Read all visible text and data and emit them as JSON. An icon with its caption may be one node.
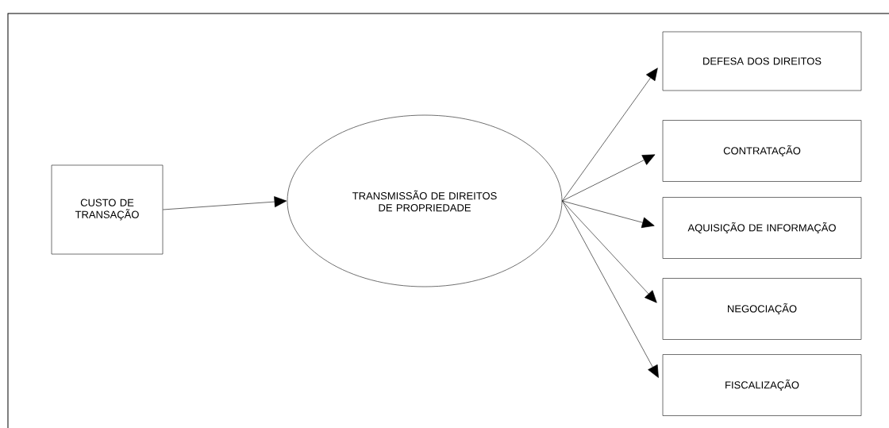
{
  "diagram": {
    "nodes": [
      {
        "text": [
          "CUSTO DE TRANSAÇÃO"
        ]
      },
      {
        "text": [
          "TRANSMISSÃO DE DIREITOS DE PROPRIEDADE"
        ]
      },
      {
        "text": [
          "DEFESA DOS DIREITOS"
        ]
      },
      {
        "text": [
          "CONTRATAÇÃO"
        ]
      },
      {
        "text": [
          "AQUISIÇÃO DE INFORMAÇÃO"
        ]
      },
      {
        "text": [
          "NEGOCIAÇÃO"
        ]
      },
      {
        "text": [
          "FISCALIZAÇÃO"
        ]
      }
    ],
    "edges": [
      {
        "from": 0,
        "to": 1,
        "arrow": "to"
      },
      {
        "from": 1,
        "to": 2,
        "arrow": "to"
      },
      {
        "from": 1,
        "to": 3,
        "arrow": "to"
      },
      {
        "from": 1,
        "to": 4,
        "arrow": "to"
      },
      {
        "from": 1,
        "to": 5,
        "arrow": "to"
      },
      {
        "from": 1,
        "to": 6,
        "arrow": "to"
      }
    ]
  }
}
